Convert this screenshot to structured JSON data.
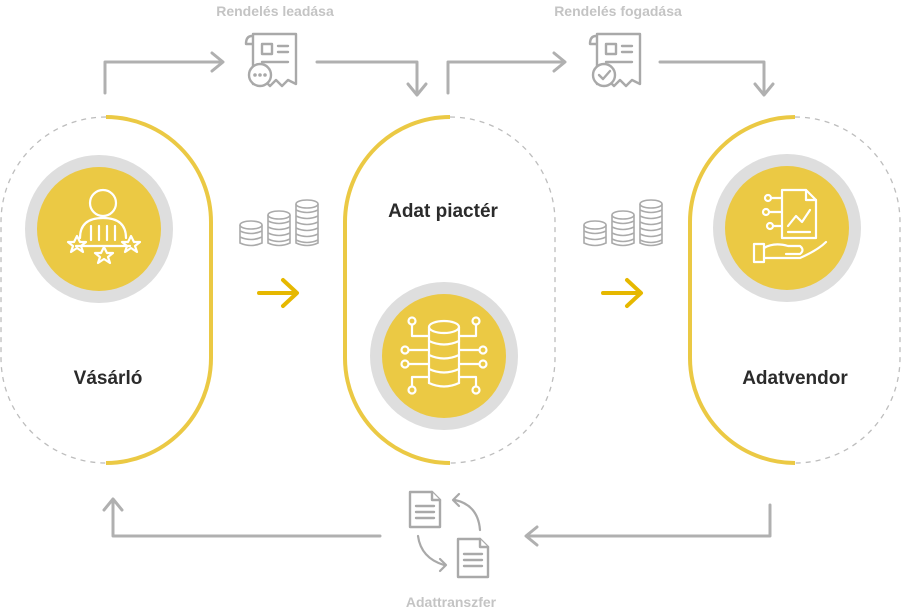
{
  "flow_labels": {
    "order_placement": "Rendelés leadása",
    "order_acceptance": "Rendelés fogadása",
    "data_transfer": "Adattranszfer"
  },
  "nodes": {
    "buyer": {
      "label": "Vásárló",
      "icon": "customer-rating-icon"
    },
    "marketplace": {
      "label": "Adat piactér",
      "icon": "database-network-icon"
    },
    "vendor": {
      "label": "Adatvendor",
      "icon": "data-report-hand-icon"
    }
  },
  "colors": {
    "accent_yellow": "#ebc944",
    "ring_gray": "#dedede",
    "connector_gray": "#b0b0b0",
    "arrow_yellow": "#e6b800",
    "label_dark": "#2b2b2b",
    "label_light": "#c4c4c4"
  }
}
